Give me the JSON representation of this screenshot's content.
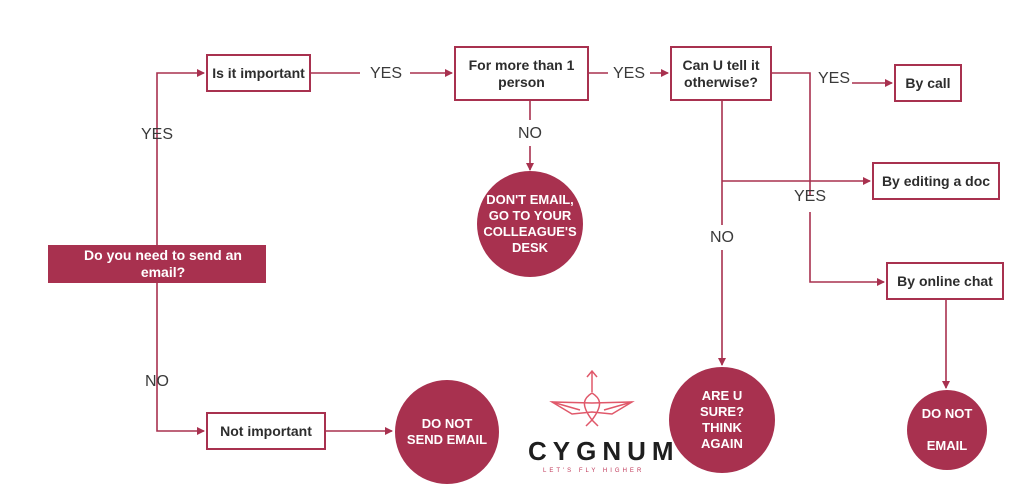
{
  "colors": {
    "accent": "#a8314f",
    "logo_accent": "#e0586a",
    "text": "#2d2d2d"
  },
  "nodes": {
    "start": "Do you need to send an email?",
    "important": "Is it important",
    "more_than_one": "For more than 1 person",
    "tell_otherwise": "Can U tell it otherwise?",
    "by_call": "By call",
    "by_doc": "By editing a doc",
    "by_chat": "By online chat",
    "not_important": "Not important",
    "go_to_desk": "DON'T EMAIL,\nGO TO YOUR\nCOLLEAGUE'S\nDESK",
    "do_not_send": "DO NOT\nSEND EMAIL",
    "are_you_sure": "ARE U\nSURE?\nTHINK\nAGAIN",
    "do_not_email": "DO NOT\n\nEMAIL"
  },
  "edges": {
    "start_yes": "YES",
    "start_no": "NO",
    "important_yes": "YES",
    "more_yes": "YES",
    "more_no": "NO",
    "otherwise_yes": "YES",
    "otherwise_yes_branch": "YES",
    "otherwise_no": "NO"
  },
  "logo": {
    "name": "CYGNUM",
    "tagline": "LET'S FLY HIGHER",
    "icon": "swan-icon"
  }
}
